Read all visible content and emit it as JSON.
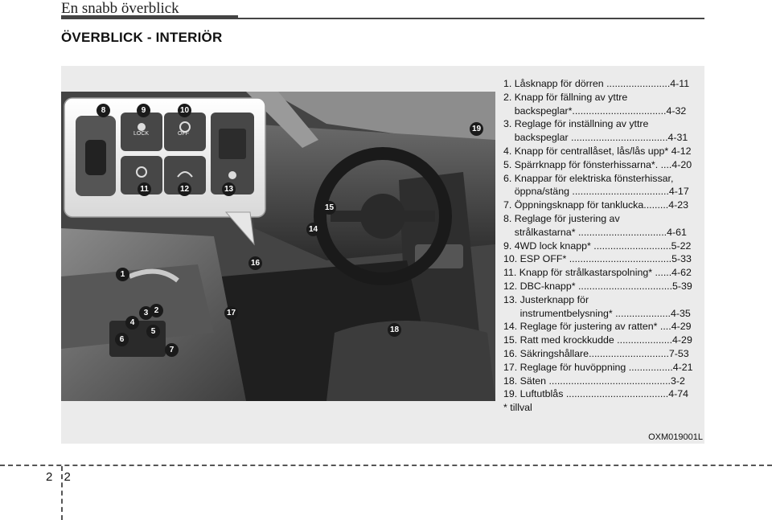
{
  "header": {
    "chapter_title": "En snabb överblick"
  },
  "section": {
    "title": "ÖVERBLICK - INTERIÖR"
  },
  "callouts": [
    "1",
    "2",
    "3",
    "4",
    "5",
    "6",
    "7",
    "8",
    "9",
    "10",
    "11",
    "12",
    "13",
    "14",
    "15",
    "16",
    "17",
    "18",
    "19"
  ],
  "panel_labels": {
    "lock": "LOCK",
    "off": "OFF"
  },
  "items": [
    "1. Låsknapp för dörren .......................4-11",
    "2. Knapp för fällning av yttre",
    "    backspeglar*..................................4-32",
    "3. Reglage för inställning av yttre",
    "    backspeglar ...................................4-31",
    "4. Knapp för centrallåset, lås/lås upp* 4-12",
    "5. Spärrknapp för fönsterhissarna*. ....4-20",
    "6. Knappar för elektriska fönsterhissar,",
    "    öppna/stäng ...................................4-17",
    "7. Öppningsknapp för tanklucka.........4-23",
    "8. Reglage för justering av",
    "    strålkastarna* ................................4-61",
    "9. 4WD lock knapp* ............................5-22",
    "10. ESP OFF* .....................................5-33",
    "11. Knapp för strålkastarspolning* ......4-62",
    "12. DBC-knapp* ..................................5-39",
    "13. Justerknapp för",
    "      instrumentbelysning* ....................4-35",
    "14. Reglage för justering av ratten* ....4-29",
    "15. Ratt med krockkudde ....................4-29",
    "16. Säkringshållare.............................7-53",
    "17. Reglage för huvöppning ................4-21",
    "18. Säten ............................................3-2",
    "19. Luftutblås .....................................4-74",
    "* tillval"
  ],
  "figure_code": "OXM019001L",
  "page": {
    "number": "2 2"
  }
}
